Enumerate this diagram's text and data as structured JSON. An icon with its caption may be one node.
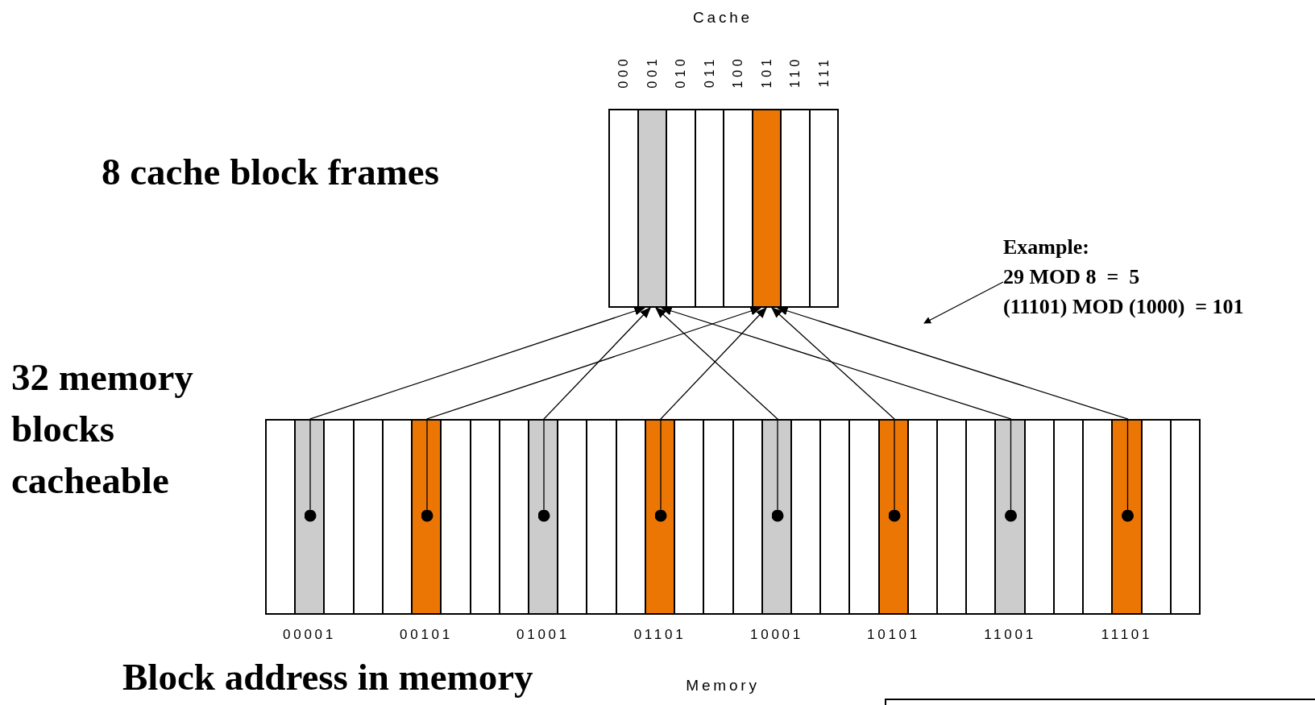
{
  "diagram": {
    "nodes": [
      {
        "text": [],
        "shape": "box"
      },
      {
        "text": [],
        "shape": "box",
        "in": 0,
        "beside": [
          "000"
        ]
      },
      {
        "text": [],
        "shape": "box",
        "in": 0,
        "beside": [
          "001"
        ]
      },
      {
        "text": [],
        "shape": "box",
        "in": 0,
        "beside": [
          "010"
        ]
      },
      {
        "text": [],
        "shape": "box",
        "in": 0,
        "beside": [
          "011"
        ]
      },
      {
        "text": [],
        "shape": "box",
        "in": 0,
        "beside": [
          "100"
        ]
      },
      {
        "text": [],
        "shape": "box",
        "in": 0,
        "beside": [
          "101"
        ]
      },
      {
        "text": [],
        "shape": "box",
        "in": 0,
        "beside": [
          "110"
        ]
      },
      {
        "text": [],
        "shape": "box",
        "in": 0,
        "beside": [
          "111"
        ]
      },
      {
        "text": [],
        "shape": "box"
      },
      {
        "text": [],
        "shape": "box",
        "in": 9
      },
      {
        "text": [],
        "shape": "box",
        "in": 9,
        "beside": [
          "00001"
        ]
      },
      {
        "text": [],
        "shape": "box",
        "in": 9
      },
      {
        "text": [],
        "shape": "box",
        "in": 9
      },
      {
        "text": [],
        "shape": "box",
        "in": 9
      },
      {
        "text": [],
        "shape": "box",
        "in": 9,
        "beside": [
          "00101"
        ]
      },
      {
        "text": [],
        "shape": "box",
        "in": 9
      },
      {
        "text": [],
        "shape": "box",
        "in": 9
      },
      {
        "text": [],
        "shape": "box",
        "in": 9
      },
      {
        "text": [],
        "shape": "box",
        "in": 9,
        "beside": [
          "01001"
        ]
      },
      {
        "text": [],
        "shape": "box",
        "in": 9
      },
      {
        "text": [],
        "shape": "box",
        "in": 9
      },
      {
        "text": [],
        "shape": "box",
        "in": 9
      },
      {
        "text": [],
        "shape": "box",
        "in": 9,
        "beside": [
          "01101"
        ]
      },
      {
        "text": [],
        "shape": "box",
        "in": 9
      },
      {
        "text": [],
        "shape": "box",
        "in": 9
      },
      {
        "text": [],
        "shape": "box",
        "in": 9
      },
      {
        "text": [],
        "shape": "box",
        "in": 9,
        "beside": [
          "10001"
        ]
      },
      {
        "text": [],
        "shape": "box",
        "in": 9
      },
      {
        "text": [],
        "shape": "box",
        "in": 9
      },
      {
        "text": [],
        "shape": "box",
        "in": 9
      },
      {
        "text": [],
        "shape": "box",
        "in": 9,
        "beside": [
          "10101"
        ]
      },
      {
        "text": [],
        "shape": "box",
        "in": 9
      },
      {
        "text": [],
        "shape": "box",
        "in": 9
      },
      {
        "text": [],
        "shape": "box",
        "in": 9
      },
      {
        "text": [],
        "shape": "box",
        "in": 9,
        "beside": [
          "11001"
        ]
      },
      {
        "text": [],
        "shape": "box",
        "in": 9
      },
      {
        "text": [],
        "shape": "box",
        "in": 9
      },
      {
        "text": [],
        "shape": "box",
        "in": 9
      },
      {
        "text": [],
        "shape": "box",
        "in": 9,
        "beside": [
          "11101"
        ]
      },
      {
        "text": [],
        "shape": "box",
        "in": 9
      },
      {
        "text": [],
        "shape": "box",
        "in": 9
      },
      {
        "text": [
          "Example:",
          "29 MOD 8  =  5",
          "(11101) MOD (1000)  = 101"
        ]
      }
    ],
    "edges": [
      {
        "from": 11,
        "to": 2,
        "arrow": "to"
      },
      {
        "from": 15,
        "to": 6,
        "arrow": "to"
      },
      {
        "from": 19,
        "to": 2,
        "arrow": "to"
      },
      {
        "from": 23,
        "to": 6,
        "arrow": "to"
      },
      {
        "from": 27,
        "to": 2,
        "arrow": "to"
      },
      {
        "from": 31,
        "to": 6,
        "arrow": "to"
      },
      {
        "from": 35,
        "to": 2,
        "arrow": "to"
      },
      {
        "from": 39,
        "to": 6,
        "arrow": "to"
      },
      {
        "from": 42,
        "to": null,
        "arrow": "to"
      }
    ],
    "labels": [
      "Cache",
      "8 cache block frames",
      "32 memory blocks cacheable",
      "Block address in memory",
      "Memory"
    ]
  }
}
